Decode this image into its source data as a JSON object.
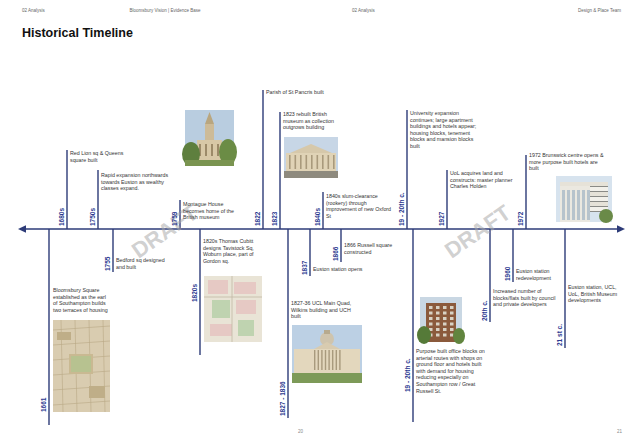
{
  "diagram": {
    "title": "Historical Timeline",
    "labels": [
      "02 Analysis",
      "Bloomsbury Vision | Evidence Base",
      "02 Analysis",
      "Design & Place Team",
      "1661",
      "Bloomsbury Square established as the earl of Southampton builds two terraces of housing",
      "1680s",
      "Red Lion sq & Queens square built",
      "1750s",
      "Rapid expansion northwards towards Euston as wealthy classes expand.",
      "1755",
      "Bedford sq designed and built",
      "1759",
      "Montague House becomes home of the British museum",
      "1820s",
      "1820s Thomas Cubitt designs Tavistock Sq, Woburn place, part of Gordon sq.",
      "1822",
      "Parish of St Pancris built",
      "1823",
      "1823 rebuilt British museum as collection outgrows building",
      "1827 - 1836",
      "1827-36 UCL Main Quad, Wilkins building and UCH built",
      "1837",
      "Euston station opens",
      "1840s",
      "1840s slum-clearance (rookery) through improvement of new Oxford St",
      "1866",
      "1866 Russell square constructed",
      "19 - 20th c.",
      "University expansion continues; large apartment buildings and hotels appear; housing blocks, tenement blocks and mansion blocks built",
      "19 - 20th c.",
      "Purpose built office blocks on arterial routes with shops on ground floor and hotels built with demand for housing reducing especially on Southampton row / Great Russell St.",
      "1927",
      "UoL acquires land and constructs: master planner Charles Holden",
      "20th c.",
      "Increased number of blocks/flats built by council and private developers",
      "1960",
      "Euston station redevelopment",
      "1972",
      "1972 Brunswick centre opens & more purpose built hotels are built",
      "21 st c.",
      "Euston station, UCL, UoL, British Museum developments",
      "DRAFT",
      "DRAFT",
      "20",
      "21"
    ]
  }
}
